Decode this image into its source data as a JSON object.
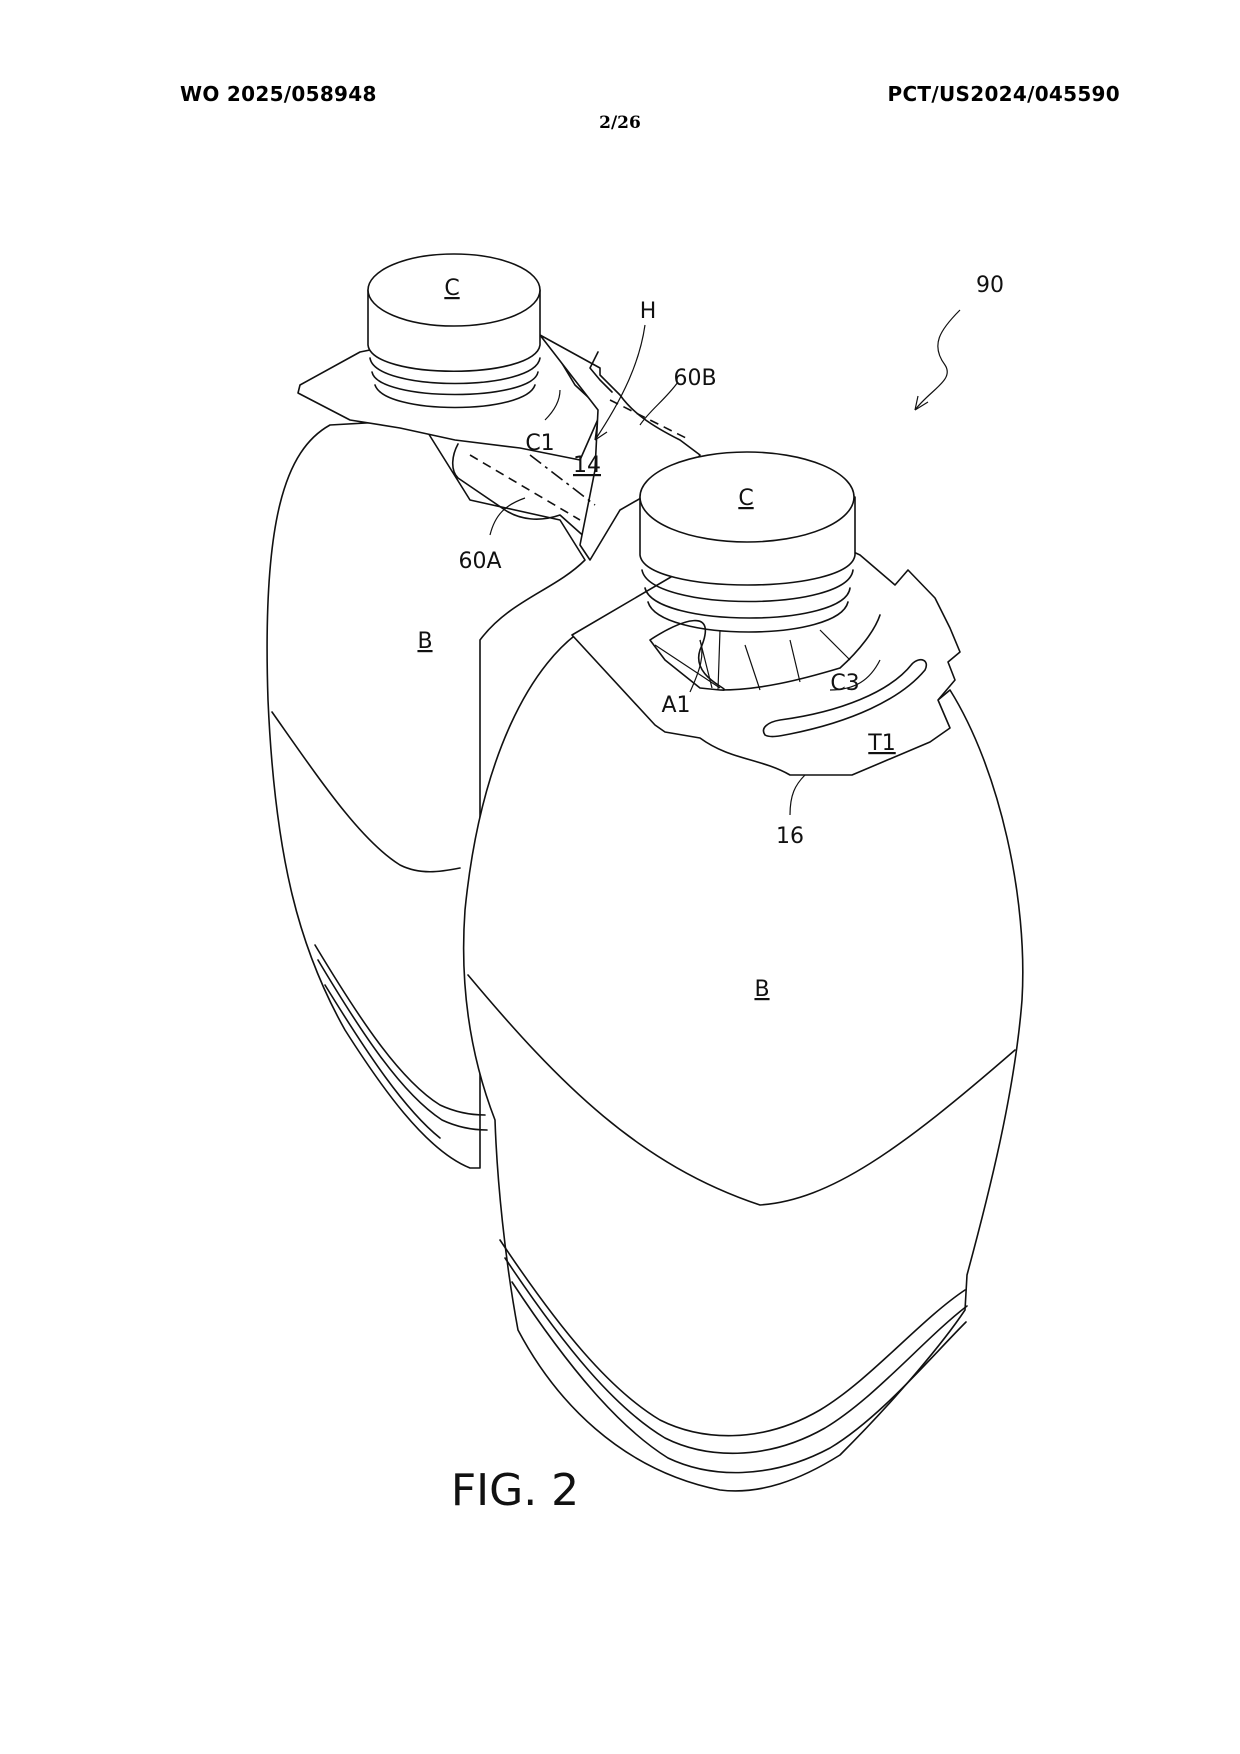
{
  "header": {
    "publication_number": "WO 2025/058948",
    "application_number": "PCT/US2024/045590",
    "page_number": "2/26"
  },
  "figure": {
    "caption": "FIG. 2",
    "reference_labels": {
      "cap_rear": "C",
      "cap_front": "C",
      "body_rear": "B",
      "body_front": "B",
      "ref_90": "90",
      "ref_H": "H",
      "ref_60B": "60B",
      "ref_60A": "60A",
      "ref_C1": "C1",
      "ref_14": "14",
      "ref_A1": "A1",
      "ref_C3": "C3",
      "ref_T1": "T1",
      "ref_16": "16"
    }
  }
}
